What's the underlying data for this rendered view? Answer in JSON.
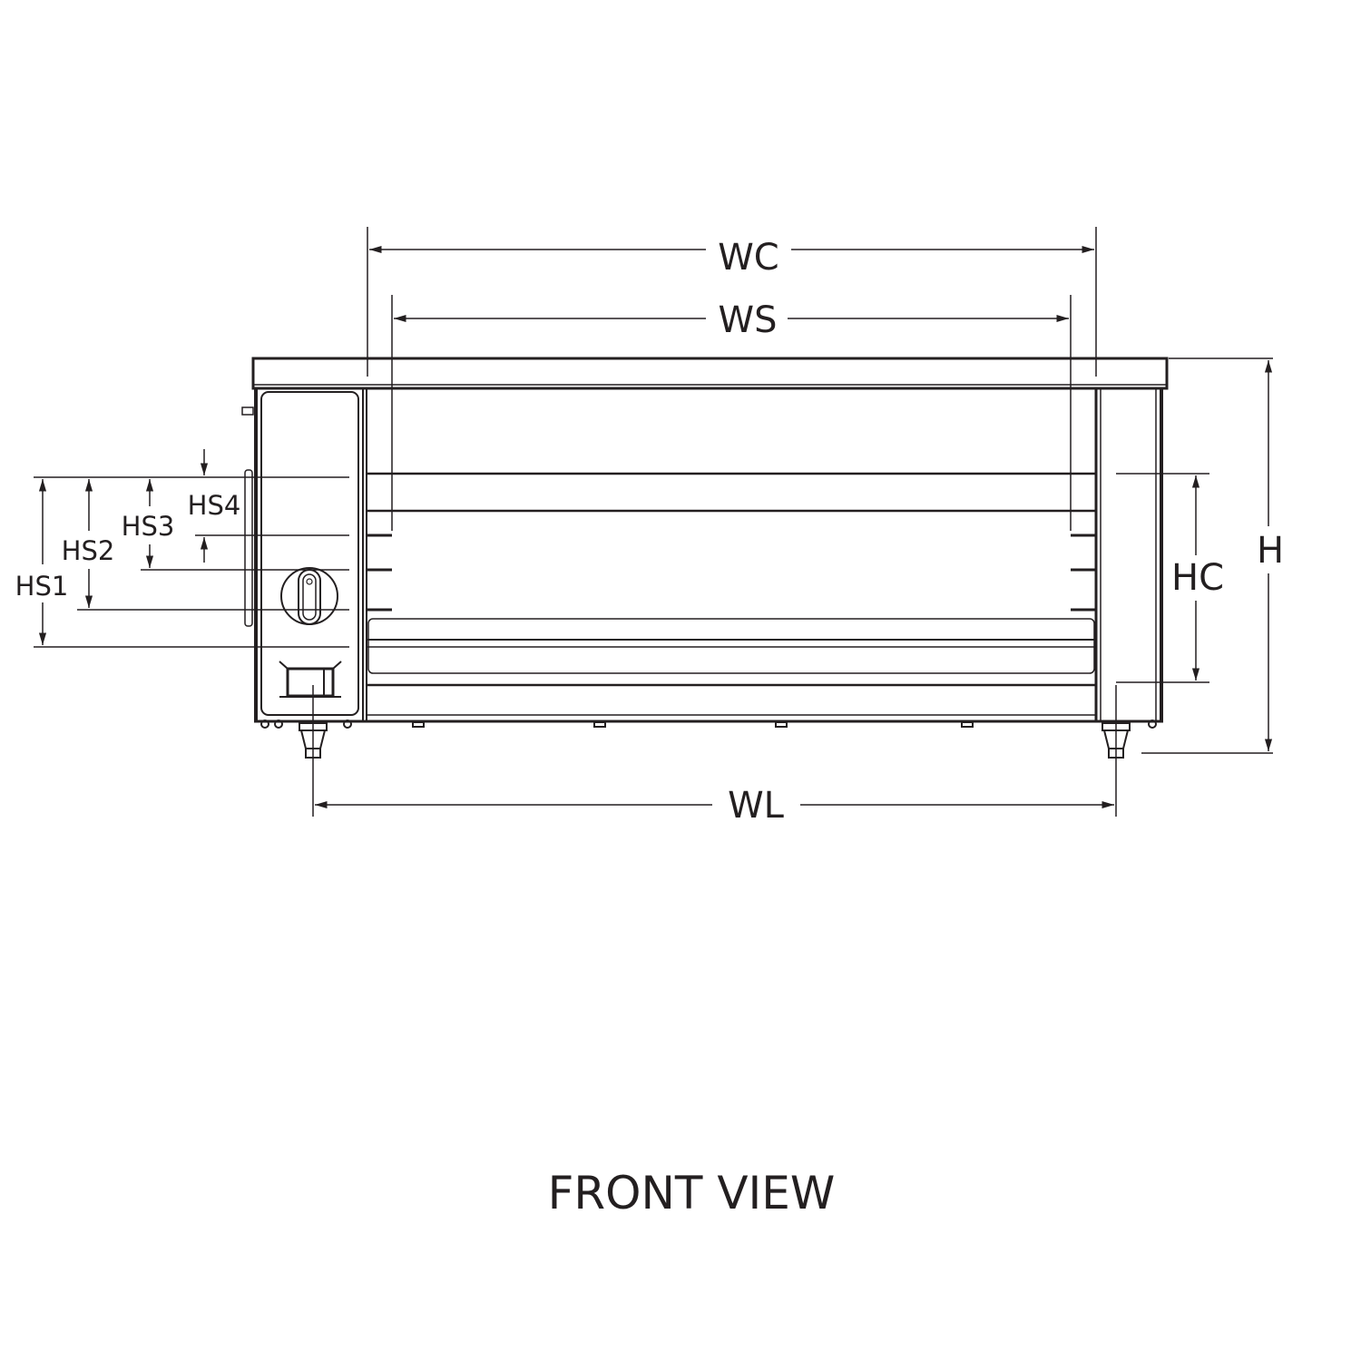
{
  "title": "FRONT VIEW",
  "dimensions": {
    "wc": "WC",
    "ws": "WS",
    "wl": "WL",
    "h": "H",
    "hc": "HC",
    "hs1": "HS1",
    "hs2": "HS2",
    "hs3": "HS3",
    "hs4": "HS4"
  },
  "colors": {
    "line": "#231f20",
    "background": "#ffffff"
  }
}
